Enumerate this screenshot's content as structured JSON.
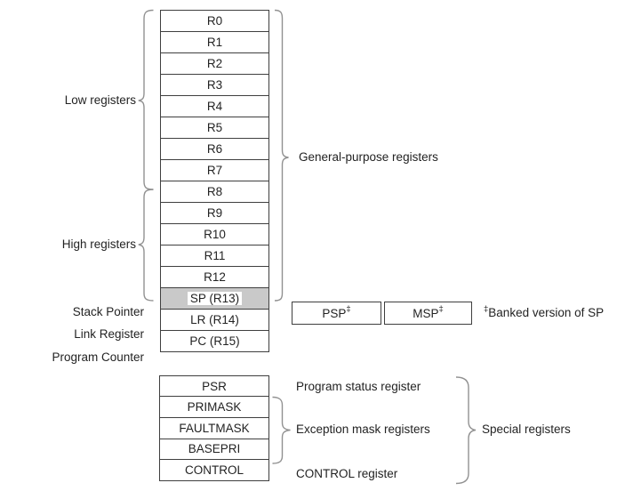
{
  "colors": {
    "box_border": "#3f3f3f",
    "sp_highlight_fill": "#c9c9c9",
    "brace_stroke": "#919191",
    "text": "#232323",
    "background": "#ffffff"
  },
  "registers": {
    "gp": [
      "R0",
      "R1",
      "R2",
      "R3",
      "R4",
      "R5",
      "R6",
      "R7",
      "R8",
      "R9",
      "R10",
      "R11",
      "R12"
    ],
    "sp": "SP (R13)",
    "lr": "LR (R14)",
    "pc": "PC (R15)",
    "special": [
      "PSR",
      "PRIMASK",
      "FAULTMASK",
      "BASEPRI",
      "CONTROL"
    ]
  },
  "banked": {
    "psp": {
      "name": "PSP",
      "sup": "‡"
    },
    "msp": {
      "name": "MSP",
      "sup": "‡"
    }
  },
  "note": {
    "sup": "‡",
    "text": "Banked version of SP"
  },
  "labels": {
    "low": "Low registers",
    "high": "High registers",
    "gp": "General-purpose registers",
    "stack_pointer": "Stack Pointer",
    "link_register": "Link Register",
    "program_counter": "Program Counter",
    "program_status": "Program status register",
    "exception_mask": "Exception mask registers",
    "control": "CONTROL register",
    "special": "Special registers"
  }
}
